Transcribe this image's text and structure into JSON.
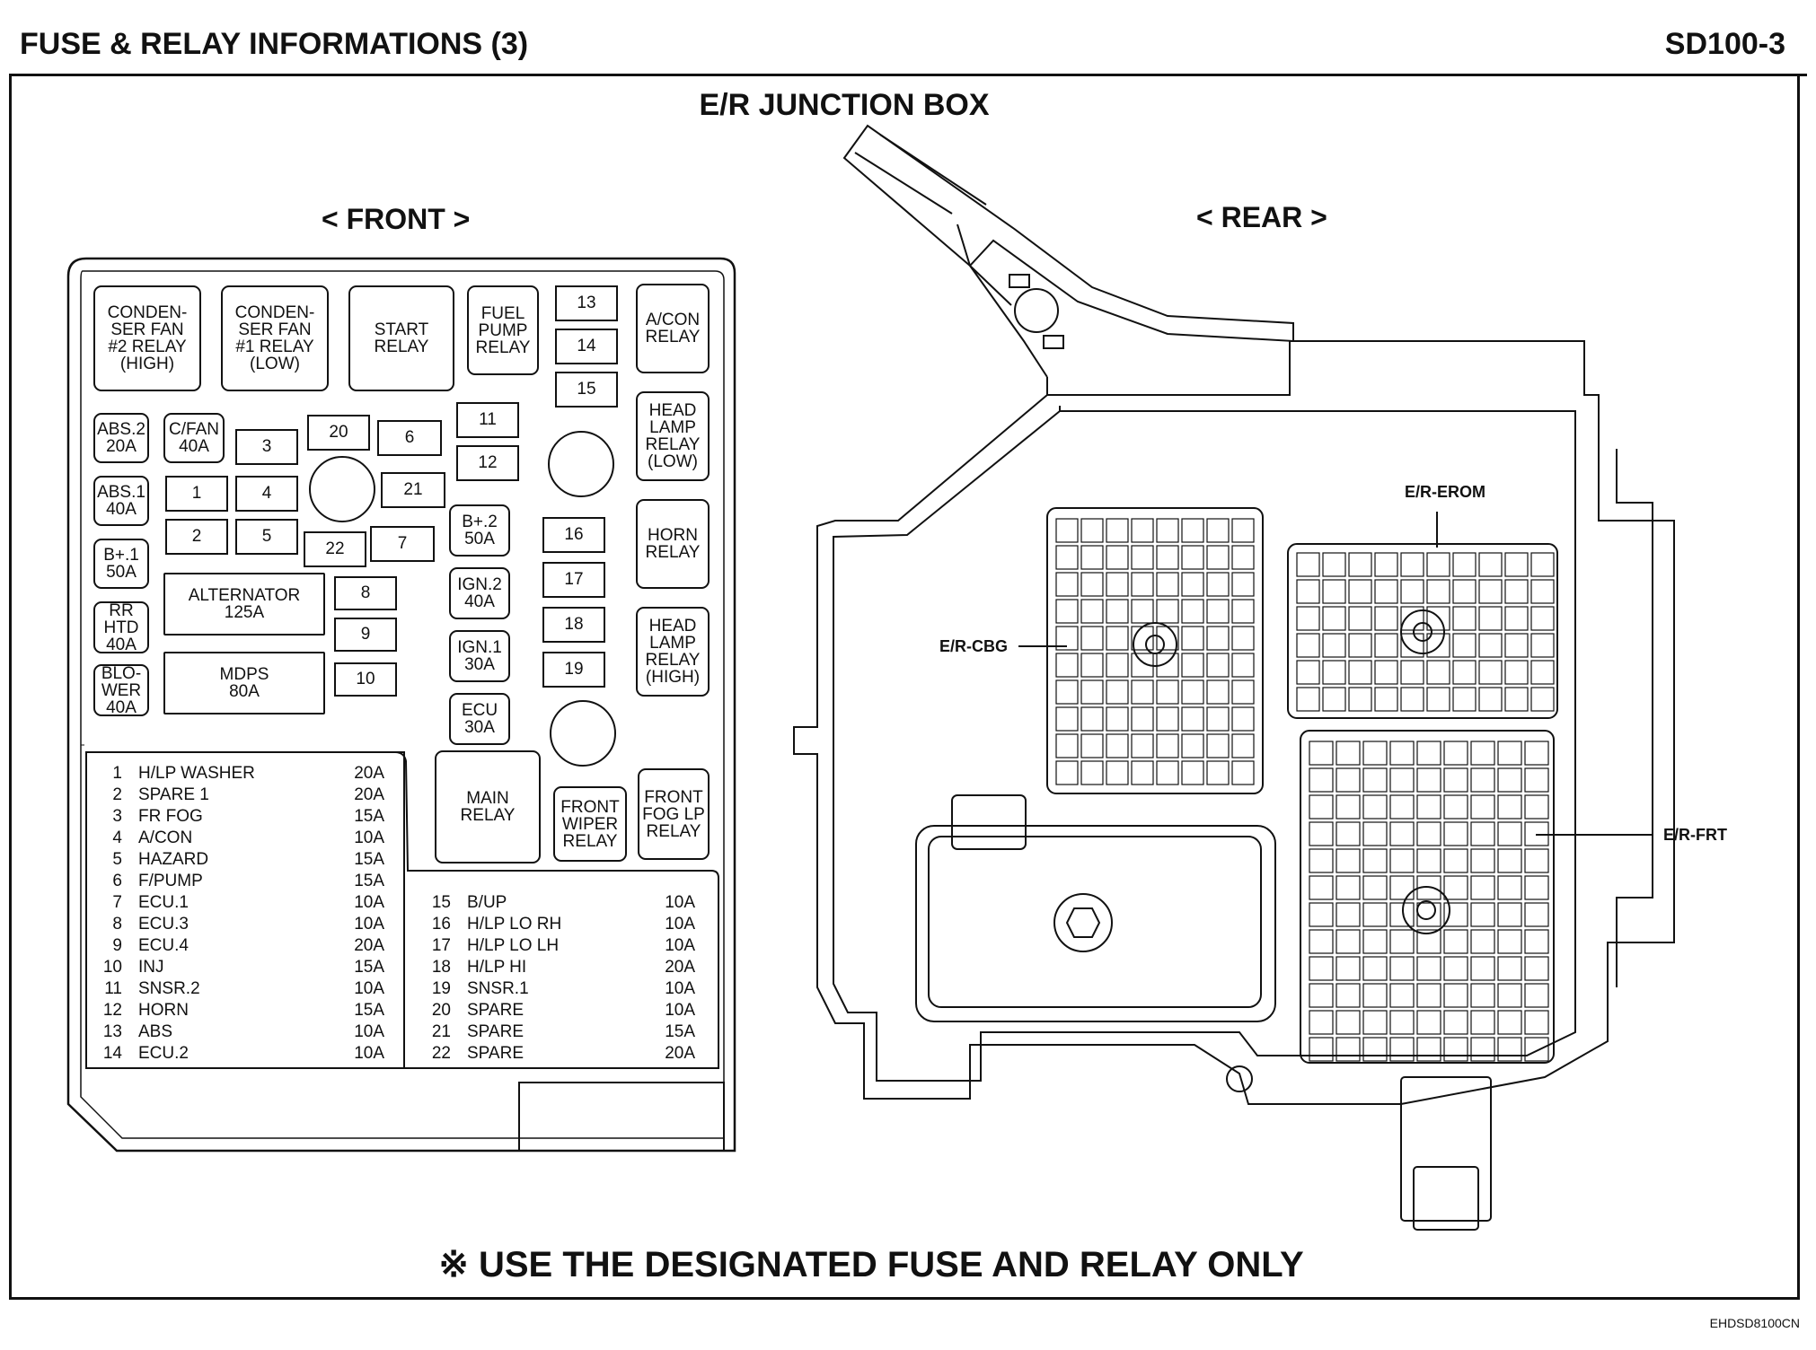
{
  "header": {
    "title": "FUSE & RELAY INFORMATIONS (3)",
    "code": "SD100-3"
  },
  "junction_box_title": "E/R JUNCTION BOX",
  "front_label": "< FRONT >",
  "rear_label": "< REAR >",
  "relays": {
    "condenser_fan_2": "CONDEN-\nSER FAN\n#2 RELAY\n(HIGH)",
    "condenser_fan_1": "CONDEN-\nSER FAN\n#1 RELAY\n(LOW)",
    "start": "START\nRELAY",
    "fuel_pump": "FUEL\nPUMP\nRELAY",
    "acon": "A/CON\nRELAY",
    "head_lamp_low": "HEAD\nLAMP\nRELAY\n(LOW)",
    "horn": "HORN\nRELAY",
    "head_lamp_high": "HEAD\nLAMP\nRELAY\n(HIGH)",
    "main": "MAIN\nRELAY",
    "front_wiper": "FRONT\nWIPER\nRELAY",
    "front_fog": "FRONT\nFOG LP\nRELAY"
  },
  "fusible_links": {
    "abs2": "ABS.2\n20A",
    "cfan": "C/FAN\n40A",
    "abs1": "ABS.1\n40A",
    "b1": "B+.1\n50A",
    "rr_htd": "RR\nHTD\n40A",
    "blower": "BLO-\nWER\n40A",
    "alternator": "ALTERNATOR\n125A",
    "mdps": "MDPS\n80A",
    "b2": "B+.2\n50A",
    "ign2": "IGN.2\n40A",
    "ign1": "IGN.1\n30A",
    "ecu": "ECU\n30A"
  },
  "fuse_slots": {
    "f1": "1",
    "f2": "2",
    "f3": "3",
    "f4": "4",
    "f5": "5",
    "f6": "6",
    "f7": "7",
    "f8": "8",
    "f9": "9",
    "f10": "10",
    "f11": "11",
    "f12": "12",
    "f13": "13",
    "f14": "14",
    "f15": "15",
    "f16": "16",
    "f17": "17",
    "f18": "18",
    "f19": "19",
    "f20": "20",
    "f21": "21",
    "f22": "22"
  },
  "fuse_table": {
    "left": [
      {
        "no": "1",
        "name": "H/LP WASHER",
        "amp": "20A"
      },
      {
        "no": "2",
        "name": "SPARE 1",
        "amp": "20A"
      },
      {
        "no": "3",
        "name": "FR FOG",
        "amp": "15A"
      },
      {
        "no": "4",
        "name": "A/CON",
        "amp": "10A"
      },
      {
        "no": "5",
        "name": "HAZARD",
        "amp": "15A"
      },
      {
        "no": "6",
        "name": "F/PUMP",
        "amp": "15A"
      },
      {
        "no": "7",
        "name": "ECU.1",
        "amp": "10A"
      },
      {
        "no": "8",
        "name": "ECU.3",
        "amp": "10A"
      },
      {
        "no": "9",
        "name": "ECU.4",
        "amp": "20A"
      },
      {
        "no": "10",
        "name": "INJ",
        "amp": "15A"
      },
      {
        "no": "11",
        "name": "SNSR.2",
        "amp": "10A"
      },
      {
        "no": "12",
        "name": "HORN",
        "amp": "15A"
      },
      {
        "no": "13",
        "name": "ABS",
        "amp": "10A"
      },
      {
        "no": "14",
        "name": "ECU.2",
        "amp": "10A"
      }
    ],
    "right": [
      {
        "no": "15",
        "name": "B/UP",
        "amp": "10A"
      },
      {
        "no": "16",
        "name": "H/LP LO RH",
        "amp": "10A"
      },
      {
        "no": "17",
        "name": "H/LP LO LH",
        "amp": "10A"
      },
      {
        "no": "18",
        "name": "H/LP HI",
        "amp": "20A"
      },
      {
        "no": "19",
        "name": "SNSR.1",
        "amp": "10A"
      },
      {
        "no": "20",
        "name": "SPARE",
        "amp": "10A"
      },
      {
        "no": "21",
        "name": "SPARE",
        "amp": "15A"
      },
      {
        "no": "22",
        "name": "SPARE",
        "amp": "20A"
      }
    ]
  },
  "connectors": {
    "erom": "E/R-EROM",
    "cbg": "E/R-CBG",
    "frt": "E/R-FRT"
  },
  "notice": "※ USE THE DESIGNATED FUSE AND RELAY ONLY",
  "drawing_code": "EHDSD8100CN"
}
